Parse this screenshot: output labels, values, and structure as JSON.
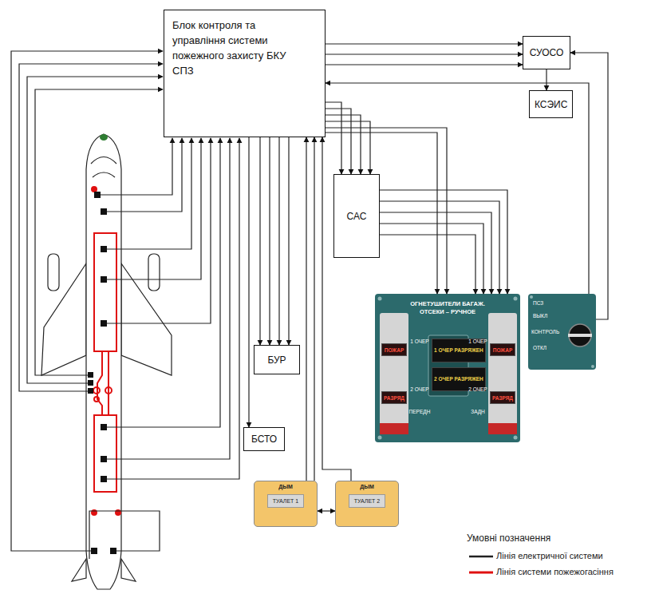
{
  "diagram": {
    "nodes": [
      {
        "text": [
          "Блок контроля та управління системи пожежного захисту БКУ СПЗ"
        ]
      },
      {
        "text": [
          "СУОСО"
        ]
      },
      {
        "text": [
          "КСЭИС"
        ]
      },
      {
        "text": [
          "САС"
        ]
      },
      {
        "text": [
          "БУР"
        ]
      },
      {
        "text": [
          "БСТО"
        ]
      },
      {
        "text": [
          "ДЫМ",
          "ТУАЛЕТ 1"
        ]
      },
      {
        "text": [
          "ДЫМ",
          "ТУАЛЕТ 2"
        ]
      },
      {
        "text": [
          "ОГНЕТУШИТЕЛИ БАГАЖ. ОТСЕКИ – РУЧНОЕ"
        ]
      },
      {
        "text": [
          "ПОЖАР"
        ],
        "in": 8
      },
      {
        "text": [
          "РАЗРЯД"
        ],
        "in": 8
      },
      {
        "text": [
          "1 ОЧЕР РАЗРЯЖЕН"
        ],
        "in": 8
      },
      {
        "text": [
          "2 ОЧЕР РАЗРЯЖЕН"
        ],
        "in": 8
      },
      {
        "text": [
          "ПОЖАР"
        ],
        "in": 8
      },
      {
        "text": [
          "РАЗРЯД"
        ],
        "in": 8
      },
      {
        "text": [
          "ПСЗ",
          "ВЫКЛ",
          "КОНТРОЛЬ",
          "ОТКЛ"
        ]
      }
    ],
    "edges": [
      {
        "from": 0,
        "to": 1,
        "arrow": "to"
      },
      {
        "from": 1,
        "to": 2,
        "arrow": "to"
      },
      {
        "from": 0,
        "to": 3,
        "arrow": "to"
      },
      {
        "from": 3,
        "to": 8,
        "arrow": "to"
      },
      {
        "from": 0,
        "to": 8,
        "arrow": "to"
      },
      {
        "from": 0,
        "to": 4,
        "arrow": "to"
      },
      {
        "from": 0,
        "to": 5,
        "arrow": "to"
      },
      {
        "from": 6,
        "to": 0,
        "arrow": "to"
      },
      {
        "from": 7,
        "to": 0,
        "arrow": "to"
      },
      {
        "from": 6,
        "to": 7,
        "arrow": "both"
      },
      {
        "from": 15,
        "to": 1,
        "arrow": "to"
      },
      {
        "from": 15,
        "to": 0,
        "arrow": "to"
      }
    ],
    "labels": [
      "1 ОЧЕР",
      "2 ОЧЕР",
      "ПЕРЕДН",
      "1 ОЧЕР",
      "2 ОЧЕР",
      "ЗАДН",
      "Умовні позначення"
    ],
    "legend": [
      {
        "text": "Лінія електричної системи"
      },
      {
        "text": "Лінія системи пожежогасіння"
      }
    ]
  }
}
